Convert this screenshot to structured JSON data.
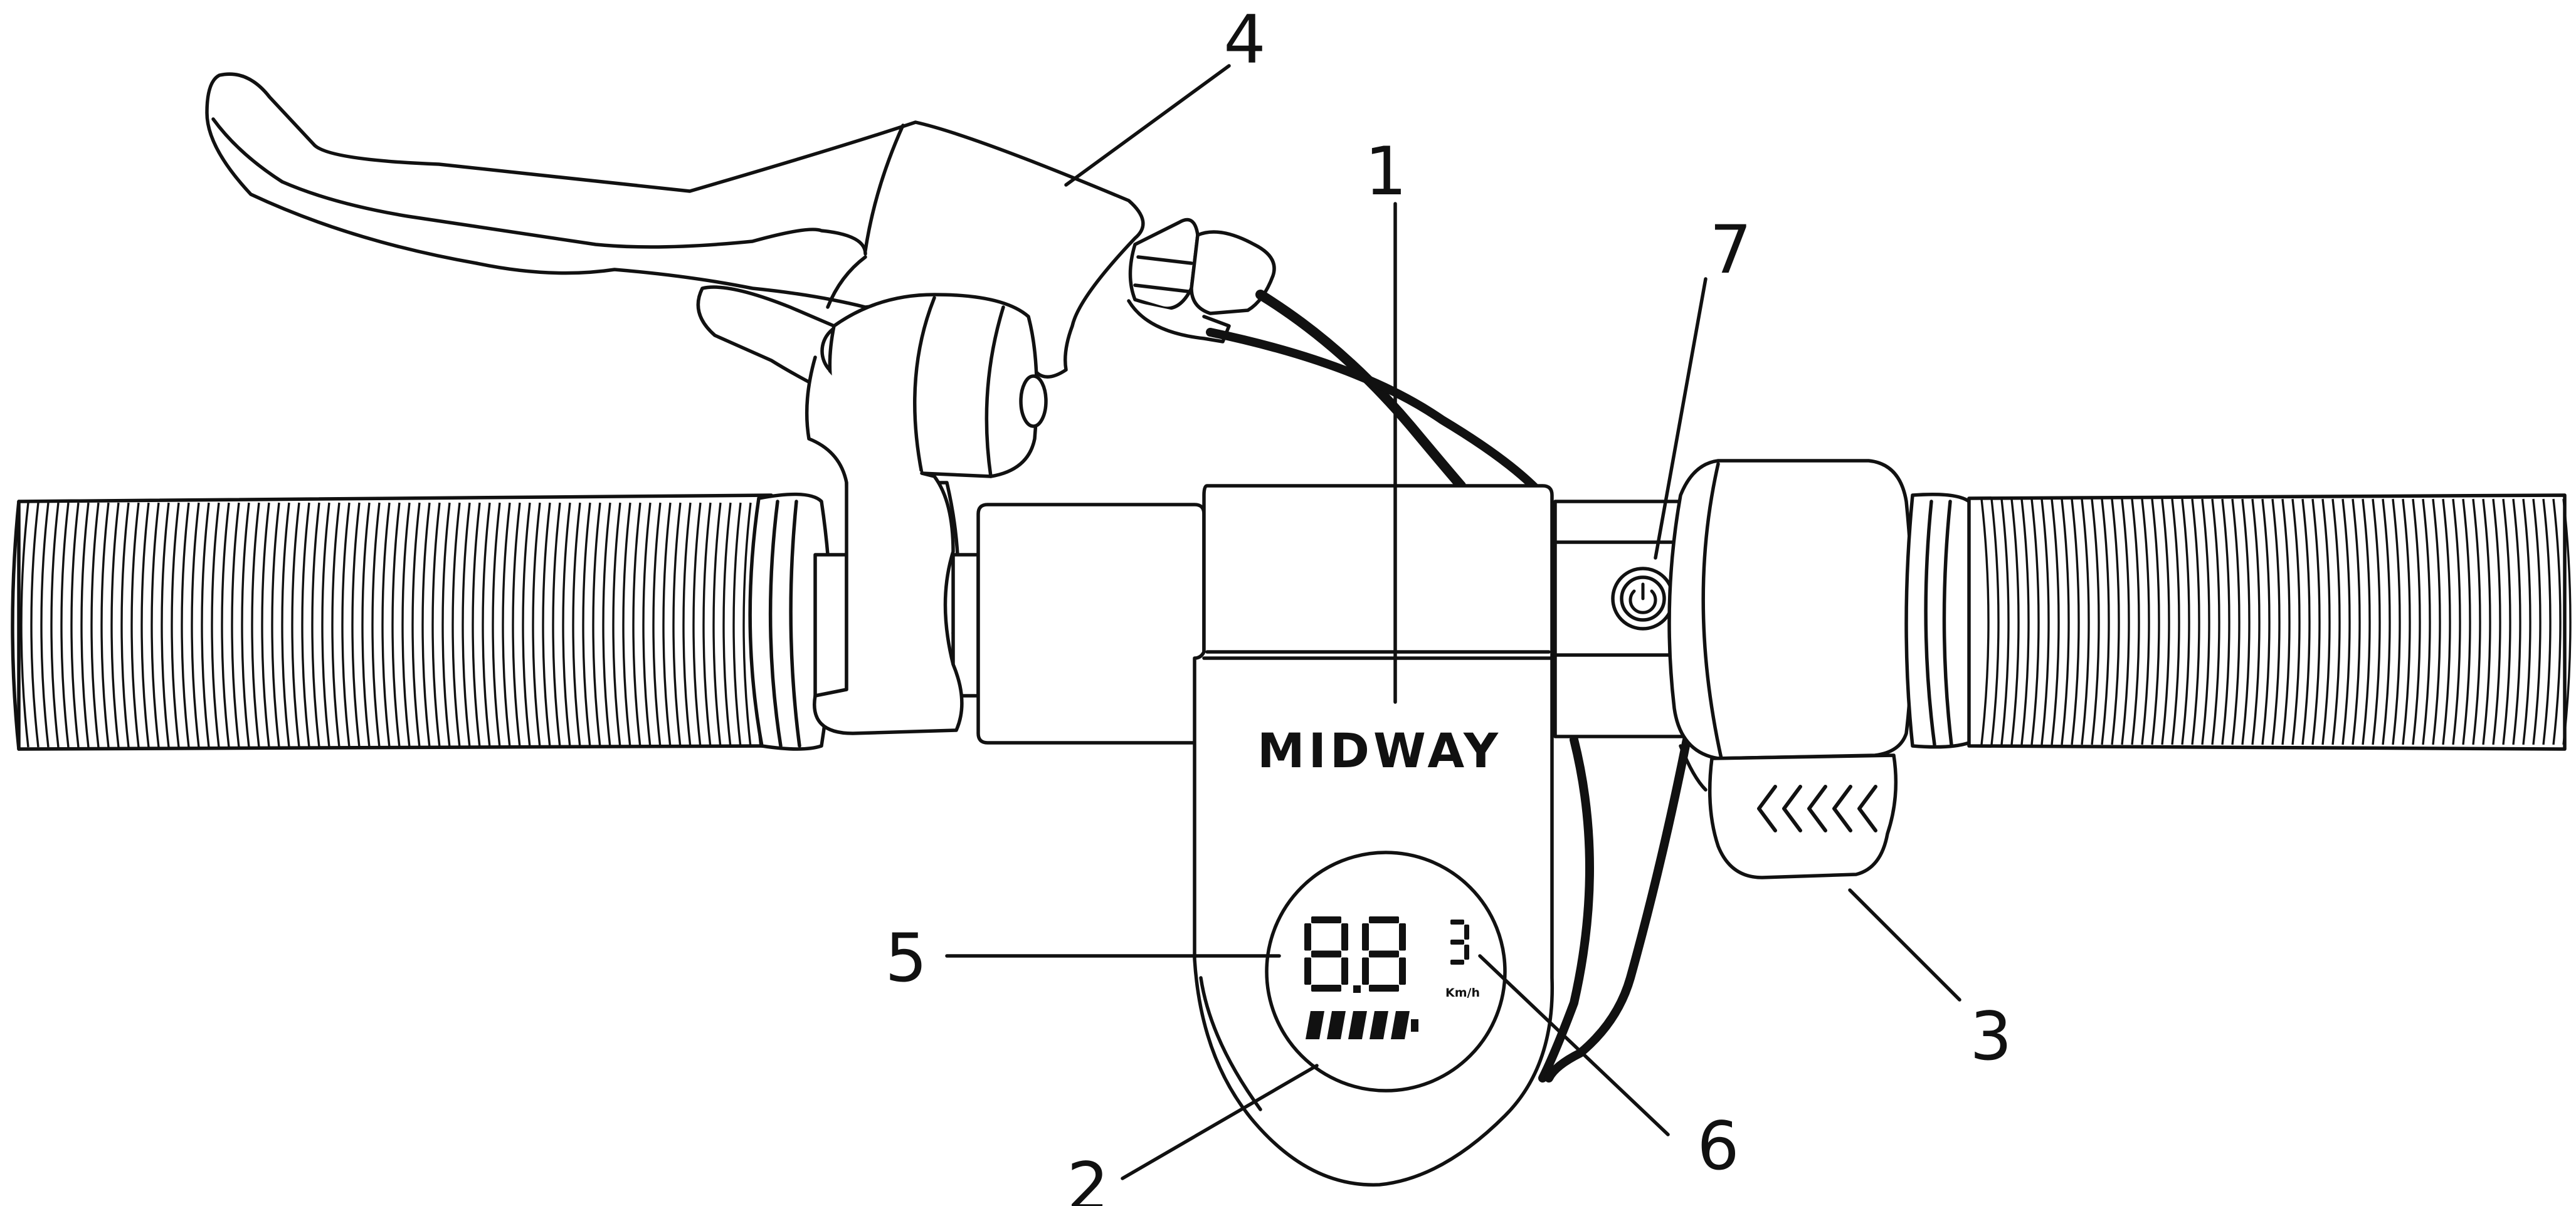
{
  "brand": {
    "logo_text": "MIDWAY"
  },
  "display": {
    "speed_digits": "8.8",
    "mode_digit": "3",
    "unit": "Km/h",
    "battery_segments": 5
  },
  "callouts": [
    {
      "id": "1",
      "label": "1"
    },
    {
      "id": "2",
      "label": "2"
    },
    {
      "id": "3",
      "label": "3"
    },
    {
      "id": "4",
      "label": "4"
    },
    {
      "id": "5",
      "label": "5"
    },
    {
      "id": "6",
      "label": "6"
    },
    {
      "id": "7",
      "label": "7"
    }
  ],
  "icons": {
    "power": "power-icon",
    "throttle_chevrons": "chevron-left-icon"
  },
  "colors": {
    "line": "#111111",
    "background": "#ffffff"
  }
}
